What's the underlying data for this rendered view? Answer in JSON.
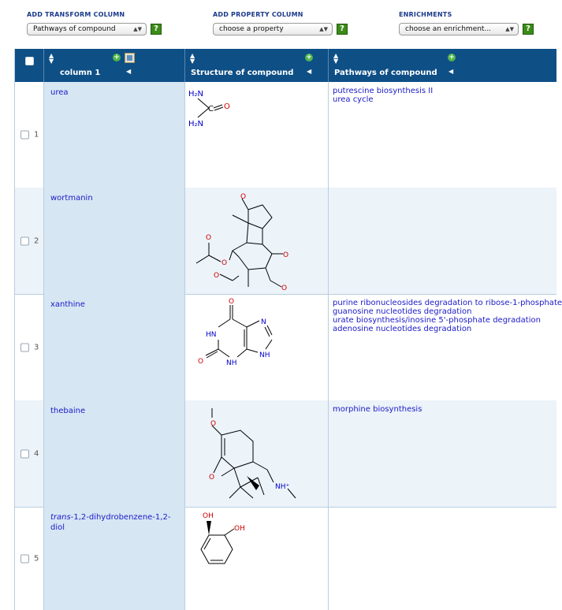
{
  "toolbar": {
    "transform": {
      "label": "ADD TRANSFORM COLUMN",
      "value": "Pathways of compound"
    },
    "property": {
      "label": "ADD PROPERTY COLUMN",
      "value": "choose a property"
    },
    "enrichment": {
      "label": "ENRICHMENTS",
      "value": "choose an enrichment..."
    },
    "help_glyph": "?"
  },
  "columns": [
    {
      "label": "column 1"
    },
    {
      "label": "Structure of compound"
    },
    {
      "label": "Pathways of compound"
    }
  ],
  "rows": [
    {
      "num": "1",
      "name_prefix": "",
      "name": "urea",
      "pathways": [
        "putrescine biosynthesis II",
        "urea cycle"
      ]
    },
    {
      "num": "2",
      "name_prefix": "",
      "name": "wortmanin",
      "pathways": []
    },
    {
      "num": "3",
      "name_prefix": "",
      "name": "xanthine",
      "pathways": [
        "purine ribonucleosides degradation to ribose-1-phosphate",
        "guanosine nucleotides degradation",
        "urate biosynthesis/inosine 5'-phosphate degradation",
        "adenosine nucleotides degradation"
      ]
    },
    {
      "num": "4",
      "name_prefix": "",
      "name": "thebaine",
      "pathways": [
        "morphine biosynthesis"
      ]
    },
    {
      "num": "5",
      "name_prefix": "trans",
      "name": "-1,2-dihydrobenzene-1,2-diol",
      "pathways": []
    }
  ],
  "atom_labels": {
    "urea": [
      "H₂N",
      "C",
      "O",
      "H₂N"
    ],
    "wortmanin": [
      "O",
      "O",
      "O",
      "O",
      "O",
      "O"
    ],
    "xanthine": [
      "O",
      "HN",
      "N",
      "O",
      "NH",
      "NH"
    ],
    "thebaine": [
      "O",
      "O",
      "NH⁺"
    ],
    "diol": [
      "OH",
      "OH"
    ]
  },
  "colors": {
    "header": "#0e4f86",
    "link": "#1a1ac8",
    "name_cell": "#d6e6f3",
    "alt_row": "#ecf3f9",
    "help": "#3c8b18",
    "add": "#4fb54a",
    "hetero": "#cc0000",
    "nitrogen": "#0000cc"
  }
}
